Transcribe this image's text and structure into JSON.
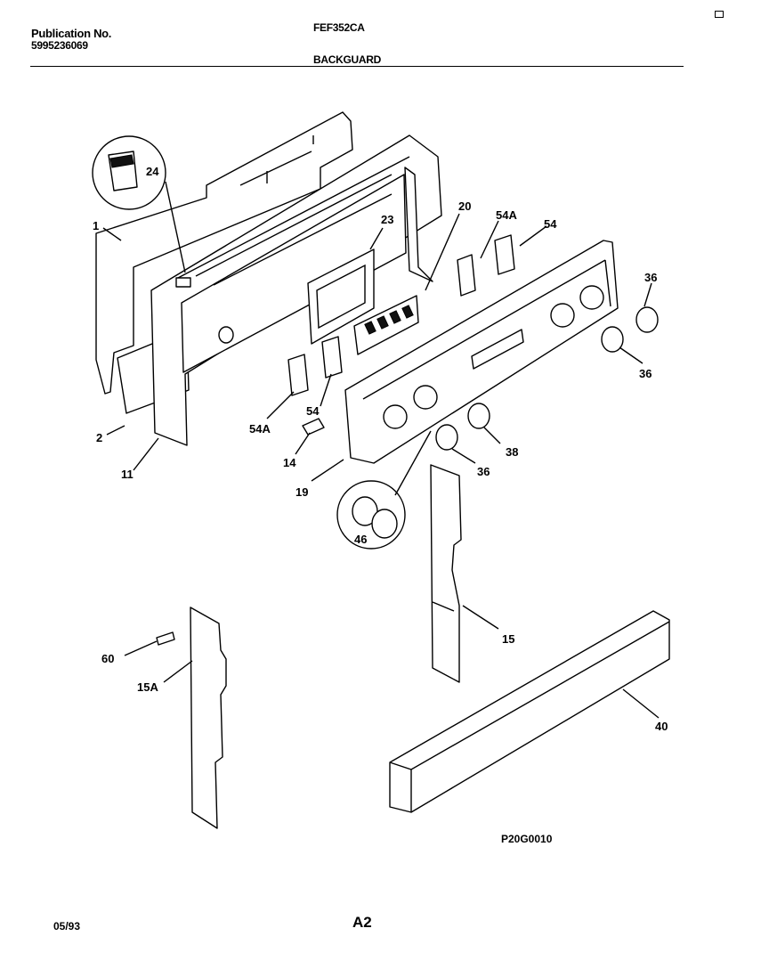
{
  "header": {
    "publication_label": "Publication No.",
    "publication_number": "5995236069",
    "model": "FEF352CA",
    "section": "BACKGUARD"
  },
  "drawing_id": "P20G0010",
  "footer": {
    "date": "05/93",
    "page": "A2"
  },
  "callouts": {
    "c1": "1",
    "c2": "2",
    "c11": "11",
    "c24": "24",
    "c23": "23",
    "c20": "20",
    "c54a_top": "54A",
    "c54_top": "54",
    "c36_a": "36",
    "c36_b": "36",
    "c36_c": "36",
    "c38": "38",
    "c54a_left": "54A",
    "c54_left": "54",
    "c14": "14",
    "c19": "19",
    "c46": "46",
    "c15": "15",
    "c60": "60",
    "c15a": "15A",
    "c40": "40"
  }
}
